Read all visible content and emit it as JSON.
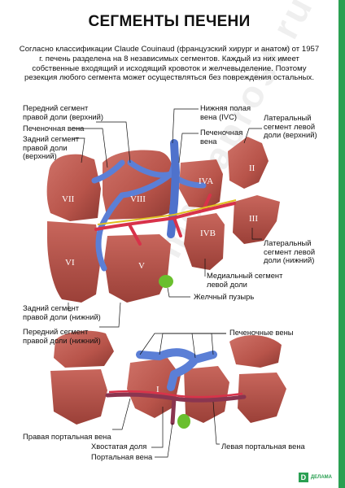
{
  "title": "СЕГМЕНТЫ ПЕЧЕНИ",
  "intro": "Согласно классификации Claude Couinaud (французский хирург и анатом) от 1957 г. печень разделена на 8 независимых сегментов. Каждый из них имеет собственные входящий и исходящий кровоток и желчевыделение. Поэтому резекция любого сегмента может осуществляться без повреждения остальных.",
  "watermark": "mediaprost.ru",
  "logo": {
    "mark": "D",
    "text": "ДЕЛАМА"
  },
  "colors": {
    "liver": "#b8544a",
    "liver_dark": "#8e3a33",
    "liver_light": "#cf7268",
    "vein": "#5b7fd6",
    "artery": "#d8324a",
    "bile": "#e0c020",
    "gallbladder": "#6abf2e",
    "accent": "#2aa052"
  },
  "segments": {
    "I": "I",
    "II": "II",
    "III": "III",
    "IVA": "IVA",
    "IVB": "IVB",
    "V": "V",
    "VI": "VI",
    "VII": "VII",
    "VIII": "VIII"
  },
  "labels_top": {
    "ant_right_upper": "Передний сегмент\nправой доли (верхний)",
    "hepatic_vein": "Печеночная вена",
    "post_right_upper": "Задний сегмент\nправой доли\n(верхний)",
    "ivc": "Нижняя полая\nвена (IVC)",
    "hepatic_vein_2": "Печеночная\nвена",
    "lat_left_upper": "Латеральный\nсегмент левой\nдоли (верхний)",
    "lat_left_lower": "Латеральный\nсегмент левой\nдоли (нижний)",
    "medial_left": "Медиальный сегмент\nлевой доли",
    "gallbladder": "Желчный пузырь",
    "post_right_lower": "Задний сегмент\nправой доли (нижний)",
    "ant_right_lower": "Передний сегмент\nправой доли (нижний)"
  },
  "labels_bottom": {
    "hepatic_veins": "Печеночные вены",
    "right_portal": "Правая портальная вена",
    "caudate": "Хвостатая доля",
    "portal": "Портальная вена",
    "left_portal": "Левая портальная вена"
  }
}
